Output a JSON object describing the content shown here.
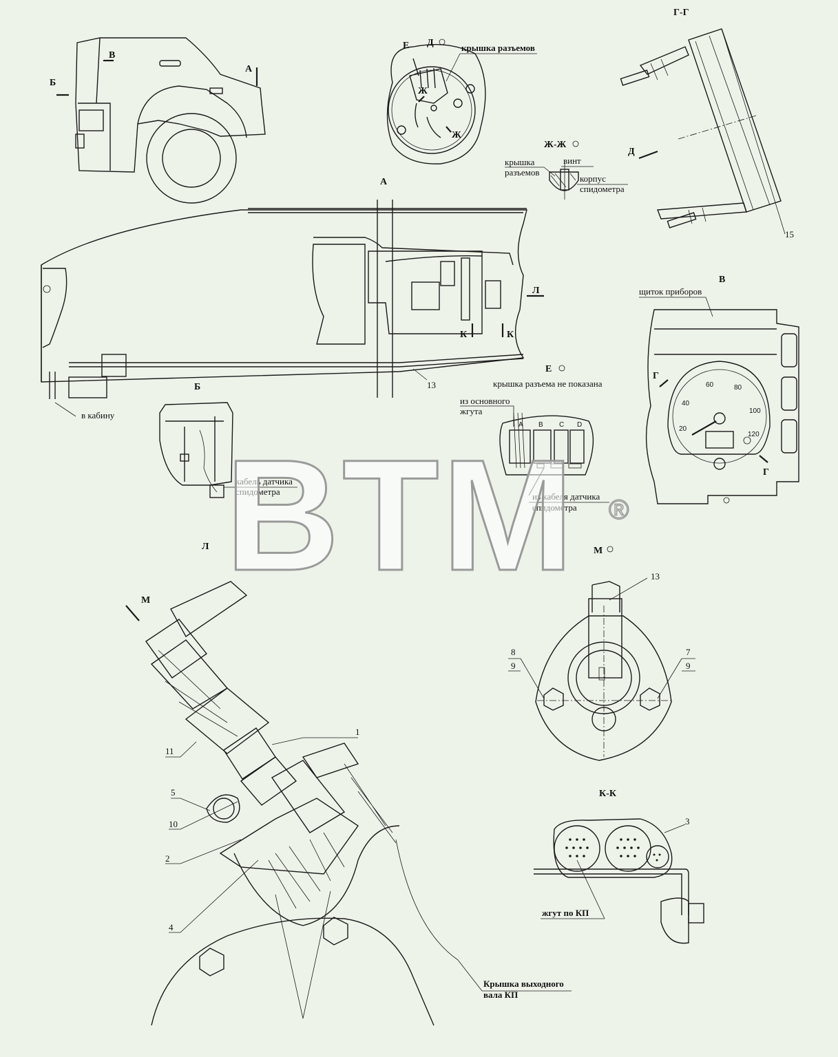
{
  "labels": {
    "view_a": "А",
    "view_b": "Б",
    "view_v": "В",
    "view_gg": "Г-Г",
    "view_e": "Е",
    "view_d": "Д",
    "view_zh": "Ж",
    "view_zhzh": "Ж-Ж",
    "view_l": "Л",
    "view_m": "М",
    "view_kk": "К-К",
    "view_k": "К",
    "view_g": "Г",
    "connector_cover": "крышка разъемов",
    "zhzh_cover_1": "крышка",
    "zhzh_cover_2": "разъемов",
    "zhzh_screw": "винт",
    "zhzh_body_1": "корпус",
    "zhzh_body_2": "спидометра",
    "to_cab": "в кабину",
    "dashboard": "щиток приборов",
    "cover_not_shown": "крышка разъема не показана",
    "main_harness_1": "из основного",
    "main_harness_2": "жгута",
    "sensor_cable_1": "из кабеля датчика",
    "sensor_cable_2": "спидометра",
    "b_cable_1": "кабель датчика",
    "b_cable_2": "спидометра",
    "harness_kp": "жгут по КП",
    "output_cover_1": "Крышка выходного",
    "output_cover_2": "вала КП",
    "pins": [
      "A",
      "B",
      "C",
      "D"
    ]
  },
  "callouts": {
    "n1": "1",
    "n2": "2",
    "n3": "3",
    "n4": "4",
    "n5": "5",
    "n7": "7",
    "n8": "8",
    "n9a": "9",
    "n9b": "9",
    "n10": "10",
    "n11": "11",
    "n13a": "13",
    "n13b": "13",
    "n15": "15"
  },
  "gauge": {
    "ticks": [
      "20",
      "40",
      "60",
      "80",
      "100",
      "120"
    ]
  },
  "watermark": {
    "text": "BTM",
    "mark": "®"
  }
}
